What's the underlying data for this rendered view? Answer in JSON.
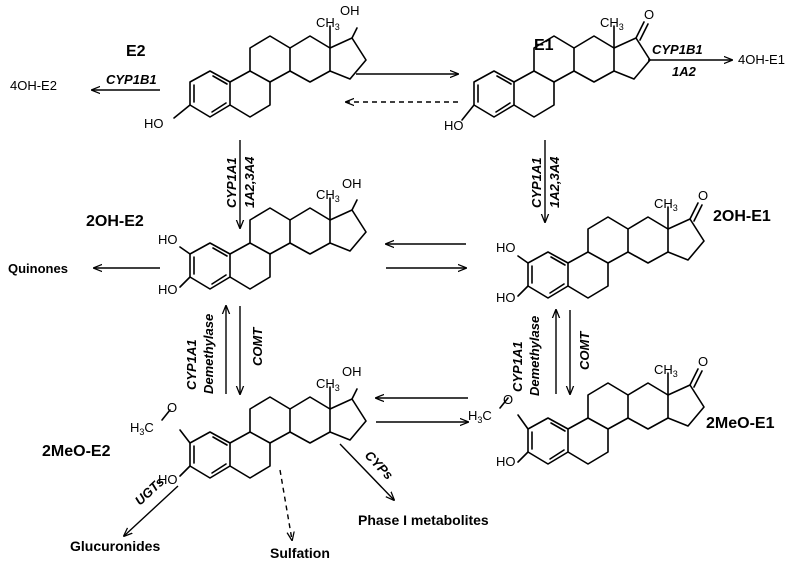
{
  "compounds": {
    "e2": "E2",
    "e1": "E1",
    "oh2_e2": "2OH-E2",
    "oh2_e1": "2OH-E1",
    "meo2_e2": "2MeO-E2",
    "meo2_e1": "2MeO-E1"
  },
  "products": {
    "oh4_e2": "4OH-E2",
    "oh4_e1": "4OH-E1",
    "quinones": "Quinones",
    "phase1": "Phase I metabolites",
    "glucuronides": "Glucuronides",
    "sulfation": "Sulfation"
  },
  "enzymes": {
    "cyp1b1_left": "CYP1B1",
    "cyp1b1_right": "CYP1B1",
    "a12_right": "1A2",
    "cyp1a1_left": "CYP1A1",
    "a1234_left": "1A2,3A4",
    "cyp1a1_right": "CYP1A1",
    "a1234_right": "1A2,3A4",
    "cyp1a1_low_left": "CYP1A1",
    "demeth_left": "Demethylase",
    "comt_left": "COMT",
    "cyp1a1_low_right": "CYP1A1",
    "demeth_right": "Demethylase",
    "comt_right": "COMT",
    "ugts": "UGTs",
    "cyps": "CYPs"
  },
  "atoms": {
    "ho": "HO",
    "oh": "OH",
    "o": "O",
    "ch3": "CH",
    "ch3_sub": "3",
    "methoxy_c": "C",
    "methoxy_h": "H",
    "methoxy_sub": "3"
  }
}
